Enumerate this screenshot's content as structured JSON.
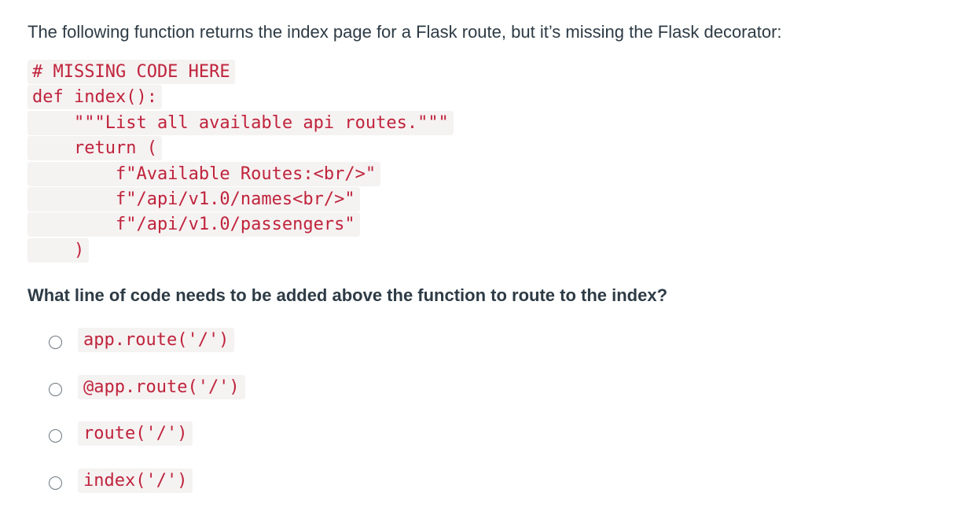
{
  "intro_text": "The following function returns the index page for a Flask route, but it’s missing the Flask decorator:",
  "code_lines": [
    "# MISSING CODE HERE",
    "def index():",
    "    \"\"\"List all available api routes.\"\"\"",
    "    return (",
    "        f\"Available Routes:<br/>\"",
    "        f\"/api/v1.0/names<br/>\"",
    "        f\"/api/v1.0/passengers\"",
    "    )"
  ],
  "question_text": "What line of code needs to be added above the function to route to the index?",
  "options": [
    {
      "label": "app.route('/')",
      "selected": false
    },
    {
      "label": "@app.route('/')",
      "selected": false
    },
    {
      "label": "route('/')",
      "selected": false
    },
    {
      "label": "index('/')",
      "selected": false
    }
  ],
  "colors": {
    "text": "#2d3b45",
    "code_text": "#c0233b",
    "code_background": "#f5f2f2",
    "radio_border": "#6b7780"
  }
}
